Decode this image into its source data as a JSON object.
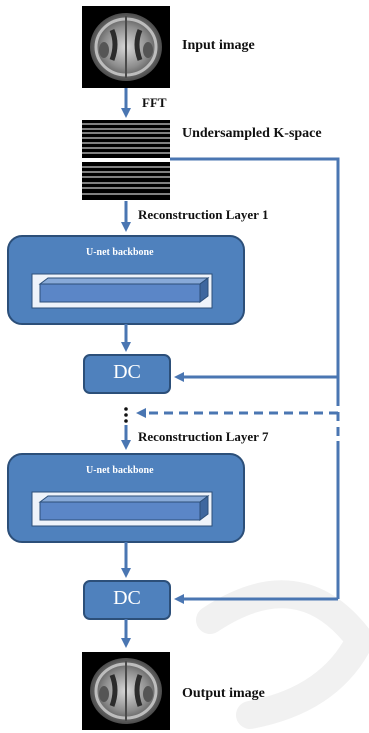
{
  "labels": {
    "input": "Input image",
    "fft": "FFT",
    "kspace": "Undersampled K-space",
    "layer1": "Reconstruction Layer 1",
    "layer7": "Reconstruction Layer 7",
    "output": "Output image"
  },
  "blocks": {
    "unet_title": "U-net backbone",
    "dc": "DC"
  },
  "colors": {
    "block_fill": "#4f81bd",
    "block_border": "#2c4f79",
    "arrow": "#4a76b2",
    "inner_bar": "#5b86c7",
    "text": "#111111"
  },
  "watermark": "D"
}
